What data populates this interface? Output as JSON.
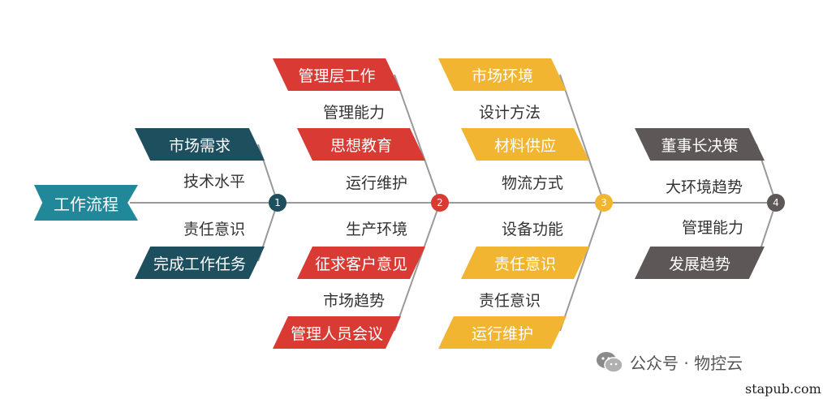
{
  "head": {
    "label": "工作流程"
  },
  "nodes": [
    "1",
    "2",
    "3",
    "4"
  ],
  "colors": {
    "teal": "#1d4f5e",
    "red": "#d93a33",
    "yellow": "#f2b531",
    "gray": "#5e5757",
    "head": "#21889a",
    "spine": "#9a9a9a"
  },
  "bone1": {
    "top_tag": "市场需求",
    "top_label": "技术水平",
    "bottom_label": "责任意识",
    "bottom_tag": "完成工作任务"
  },
  "bone2": {
    "tag1": "管理层工作",
    "label1": "管理能力",
    "tag2": "思想教育",
    "label2": "运行维护",
    "label3": "生产环境",
    "tag3": "征求客户意见",
    "label4": "市场趋势",
    "tag4": "管理人员会议"
  },
  "bone3": {
    "tag1": "市场环境",
    "label1": "设计方法",
    "tag2": "材料供应",
    "label2": "物流方式",
    "label3": "设备功能",
    "tag3": "责任意识",
    "label4": "责任意识",
    "tag4": "运行维护"
  },
  "bone4": {
    "tag1": "董事长决策",
    "label1": "大环境趋势",
    "label2": "管理能力",
    "tag2": "发展趋势"
  },
  "watermark": {
    "icon": "wechat-icon",
    "text": "公众号 · 物控云",
    "site": "stapub.com"
  }
}
